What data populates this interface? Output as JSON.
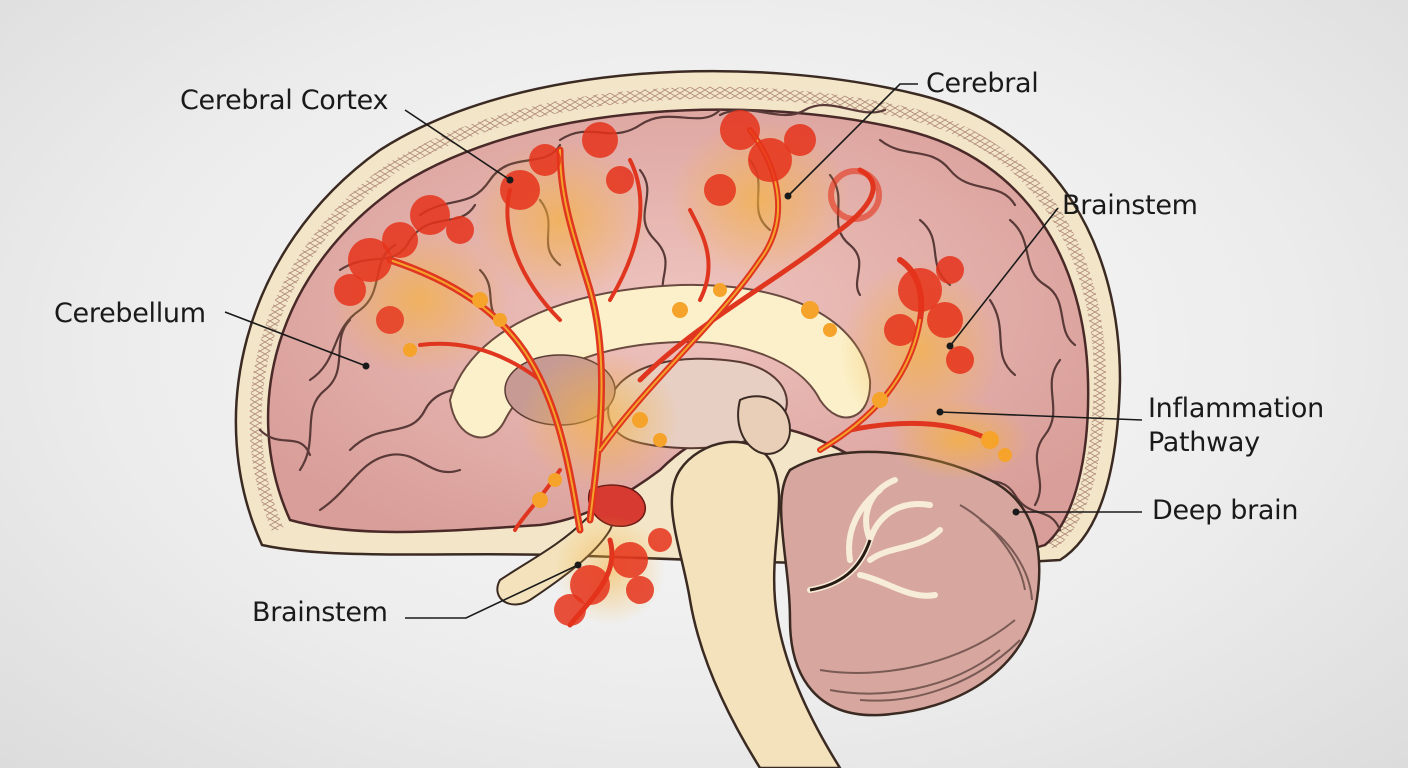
{
  "labels": {
    "cerebral_cortex": "Cerebral Cortex",
    "cerebral": "Cerebral",
    "brainstem_right": "Brainstem",
    "cerebellum": "Cerebellum",
    "inflammation_line1": "Inflammation",
    "inflammation_line2": "Pathway",
    "deep_brain": "Deep brain",
    "brainstem_bottom": "Brainstem"
  },
  "colors": {
    "background": "#ececec",
    "skull": "#f3e6c8",
    "brain_tissue": "#e8b2ae",
    "inflammation": "#e53b1f",
    "inflammation_glow": "#f4a32a",
    "brainstem": "#f3e2bc",
    "corpus_callosum": "#fbf0c9",
    "leader_lines": "#1a1a1a"
  }
}
